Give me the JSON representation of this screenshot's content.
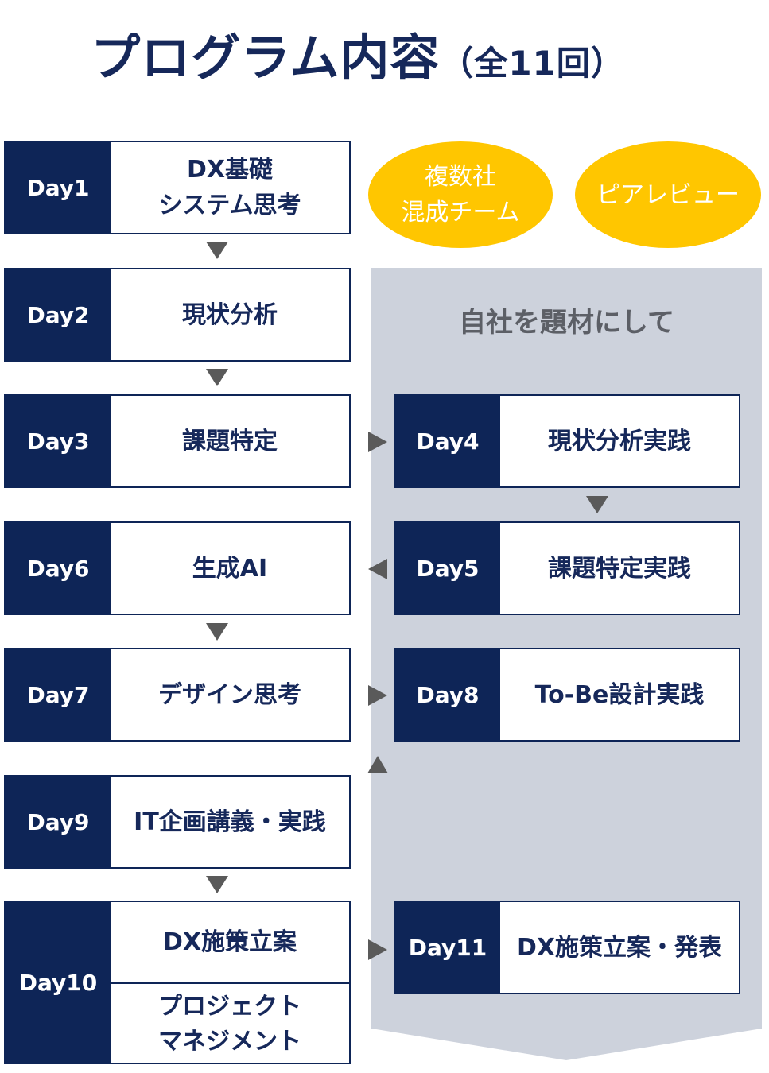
{
  "title": {
    "main": "プログラム内容",
    "sub": "（全11回）"
  },
  "badges": [
    {
      "lines": [
        "複数社",
        "混成チーム"
      ]
    },
    {
      "lines": [
        "ピアレビュー"
      ]
    }
  ],
  "panel": {
    "label": "自社を題材にして"
  },
  "cards": {
    "day1": {
      "day": "Day1",
      "lines": [
        "DX基礎",
        "システム思考"
      ]
    },
    "day2": {
      "day": "Day2",
      "lines": [
        "現状分析"
      ]
    },
    "day3": {
      "day": "Day3",
      "lines": [
        "課題特定"
      ]
    },
    "day4": {
      "day": "Day4",
      "lines": [
        "現状分析実践"
      ]
    },
    "day5": {
      "day": "Day5",
      "lines": [
        "課題特定実践"
      ]
    },
    "day6": {
      "day": "Day6",
      "lines": [
        "生成AI"
      ]
    },
    "day7": {
      "day": "Day7",
      "lines": [
        "デザイン思考"
      ]
    },
    "day8": {
      "day": "Day8",
      "lines": [
        "To-Be設計実践"
      ]
    },
    "day9": {
      "day": "Day9",
      "lines": [
        "IT企画講義・実践"
      ]
    },
    "day10": {
      "day": "Day10",
      "top": "DX施策立案",
      "bottom": [
        "プロジェクト",
        "マネジメント"
      ]
    },
    "day11": {
      "day": "Day11",
      "lines": [
        "DX施策立案・発表"
      ]
    }
  },
  "colors": {
    "navy": "#0e2557",
    "yellow": "#ffc600",
    "panel": "#cdd2dc",
    "arrow": "#5a5a5a"
  }
}
